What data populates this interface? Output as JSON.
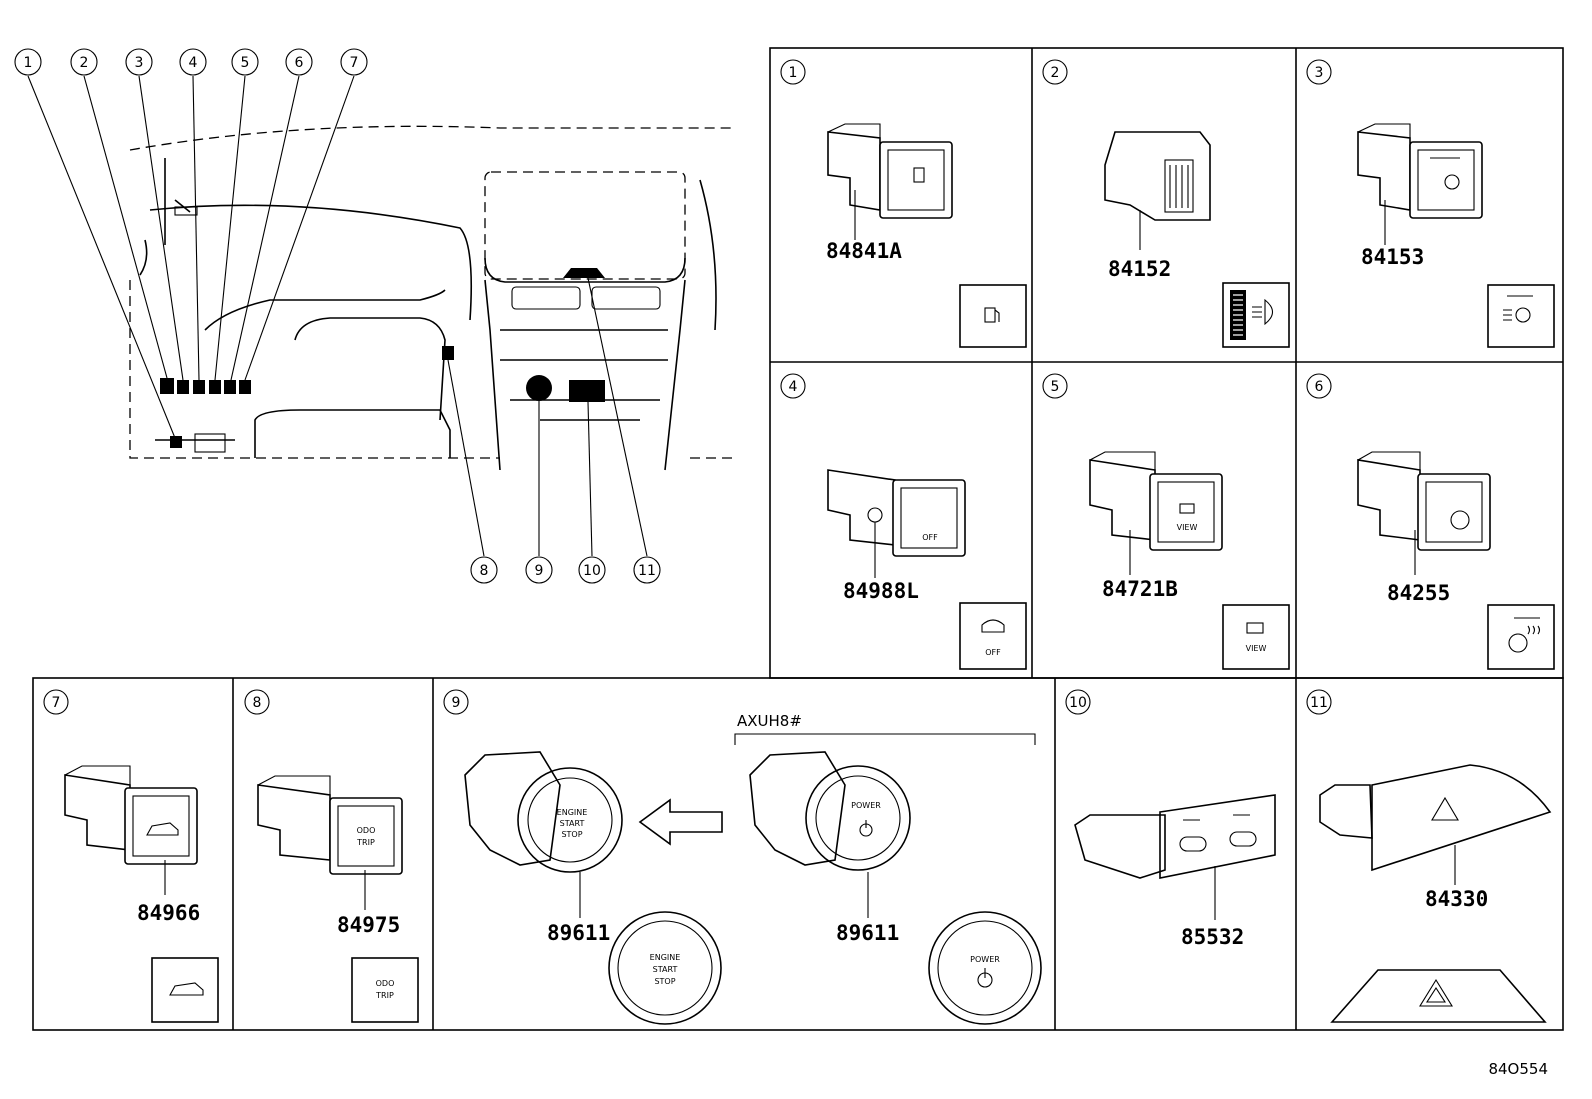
{
  "diagram_code": "84O554",
  "variant_label": "AXUH8#",
  "callouts": [
    "1",
    "2",
    "3",
    "4",
    "5",
    "6",
    "7",
    "8",
    "9",
    "10",
    "11"
  ],
  "panels": [
    {
      "num": "1",
      "part": "84841A",
      "icon": "fuel-door-icon"
    },
    {
      "num": "2",
      "part": "84152",
      "icon": "headlight-leveling-icon"
    },
    {
      "num": "3",
      "part": "84153",
      "icon": "auto-high-beam-icon"
    },
    {
      "num": "4",
      "part": "84988L",
      "icon": "traction-off-icon",
      "icon_text": "OFF"
    },
    {
      "num": "5",
      "part": "84721B",
      "icon": "camera-view-icon",
      "icon_text": "VIEW"
    },
    {
      "num": "6",
      "part": "84255",
      "icon": "heated-steering-icon"
    },
    {
      "num": "7",
      "part": "84966",
      "icon": "power-liftgate-icon"
    },
    {
      "num": "8",
      "part": "84975",
      "icon": "odo-trip-icon",
      "icon_text_1": "ODO",
      "icon_text_2": "TRIP"
    },
    {
      "num": "9",
      "part_a": "89611",
      "part_b": "89611",
      "label_a_1": "ENGINE",
      "label_a_2": "START",
      "label_a_3": "STOP",
      "label_b": "POWER"
    },
    {
      "num": "10",
      "part": "85532",
      "icon": "usb-charger-icon"
    },
    {
      "num": "11",
      "part": "84330",
      "icon": "hazard-icon"
    }
  ]
}
